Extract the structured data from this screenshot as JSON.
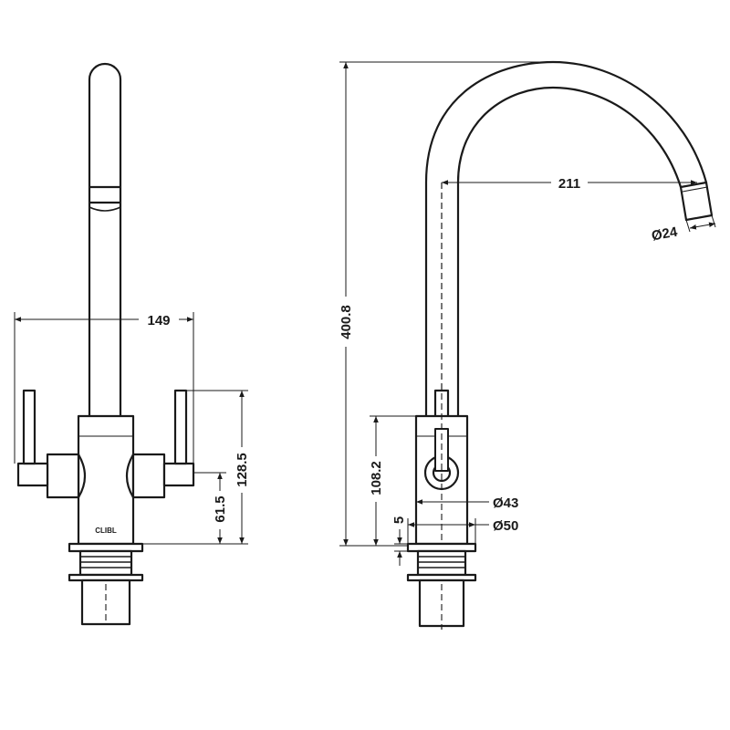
{
  "front_view": {
    "brand_mark": "CLIBL",
    "dimensions": {
      "overall_width": "149",
      "lever_height": "128.5",
      "handle_height": "61.5"
    }
  },
  "side_view": {
    "dimensions": {
      "total_height": "400.8",
      "reach": "211",
      "spout_diameter": "Ø24",
      "body_height": "108.2",
      "body_diameter": "Ø43",
      "base_diameter": "Ø50",
      "base_gap": "5"
    }
  },
  "colors": {
    "line": "#1a1a1a",
    "background": "#ffffff"
  }
}
